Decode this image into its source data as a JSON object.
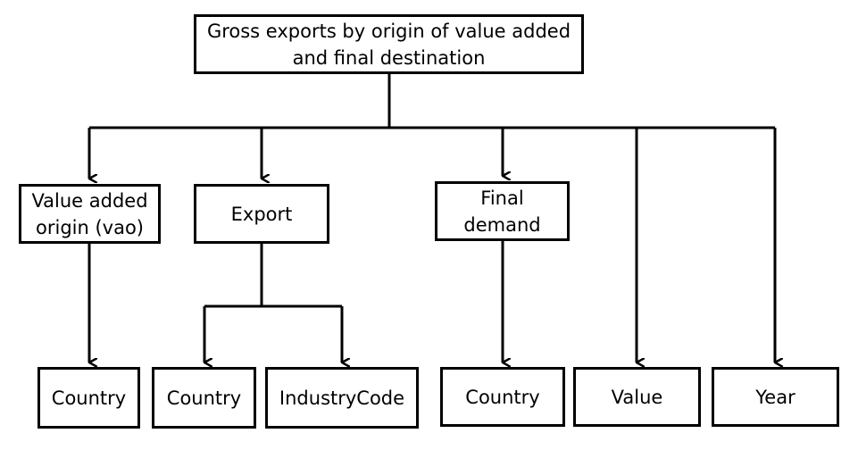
{
  "nodes": {
    "root": {
      "lines": [
        "Gross exports by origin of value added",
        "and final destination"
      ]
    },
    "vao": {
      "lines": [
        "Value added",
        "origin (vao)"
      ]
    },
    "export": {
      "lines": [
        "Export"
      ]
    },
    "final_demand": {
      "lines": [
        "Final",
        "demand"
      ]
    },
    "vao_country": {
      "lines": [
        "Country"
      ]
    },
    "export_country": {
      "lines": [
        "Country"
      ]
    },
    "export_industry": {
      "lines": [
        "IndustryCode"
      ]
    },
    "fd_country": {
      "lines": [
        "Country"
      ]
    },
    "value": {
      "lines": [
        "Value"
      ]
    },
    "year": {
      "lines": [
        "Year"
      ]
    }
  },
  "colors": {
    "line": "#000000",
    "box_border": "#000000",
    "background": "#ffffff"
  }
}
